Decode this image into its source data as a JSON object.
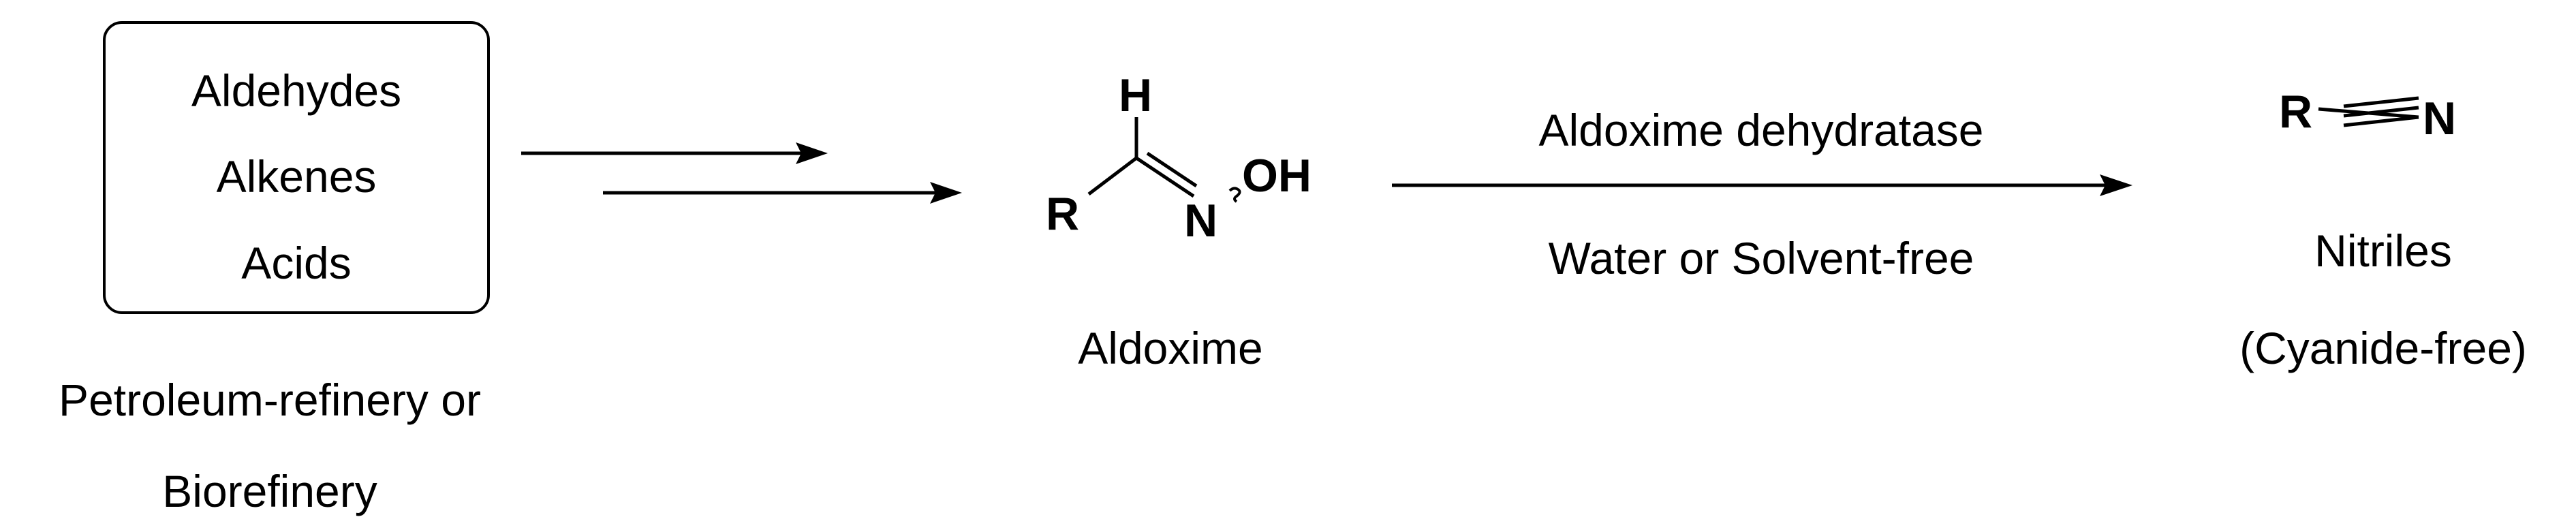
{
  "feedstock": {
    "items": [
      "Aldehydes",
      "Alkenes",
      "Acids"
    ],
    "source_line1": "Petroleum-refinery or",
    "source_line2": "Biorefinery"
  },
  "aldoxime": {
    "atom_H": "H",
    "atom_R": "R",
    "atom_N": "N",
    "atom_OH": "OH",
    "name": "Aldoxime"
  },
  "reaction": {
    "catalyst": "Aldoxime dehydratase",
    "conditions": "Water or Solvent-free"
  },
  "nitrile": {
    "atom_R": "R",
    "atom_N": "N",
    "name": "Nitriles",
    "note": "(Cyanide-free)"
  },
  "colors": {
    "ink": "#000000",
    "background": "#ffffff"
  }
}
